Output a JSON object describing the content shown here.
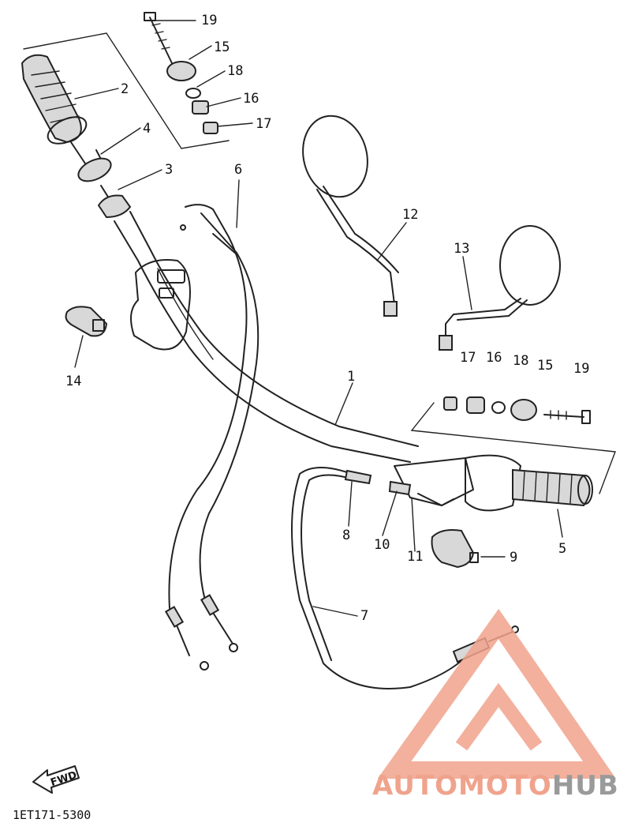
{
  "callouts": {
    "c1": "1",
    "c2": "2",
    "c3": "3",
    "c4": "4",
    "c5": "5",
    "c6": "6",
    "c7": "7",
    "c8": "8",
    "c9": "9",
    "c10": "10",
    "c11": "11",
    "c12": "12",
    "c13": "13",
    "c14": "14",
    "c15a": "15",
    "c16a": "16",
    "c17a": "17",
    "c18a": "18",
    "c19a": "19",
    "c15b": "15",
    "c16b": "16",
    "c17b": "17",
    "c18b": "18",
    "c19b": "19"
  },
  "fwd_label": "FWD",
  "diagram_code": "1ET171-5300",
  "watermark": {
    "part1": "AUTOMOTO",
    "part2": "HUB",
    "color_primary": "#f0a38c",
    "color_secondary": "#9a9a9a"
  }
}
